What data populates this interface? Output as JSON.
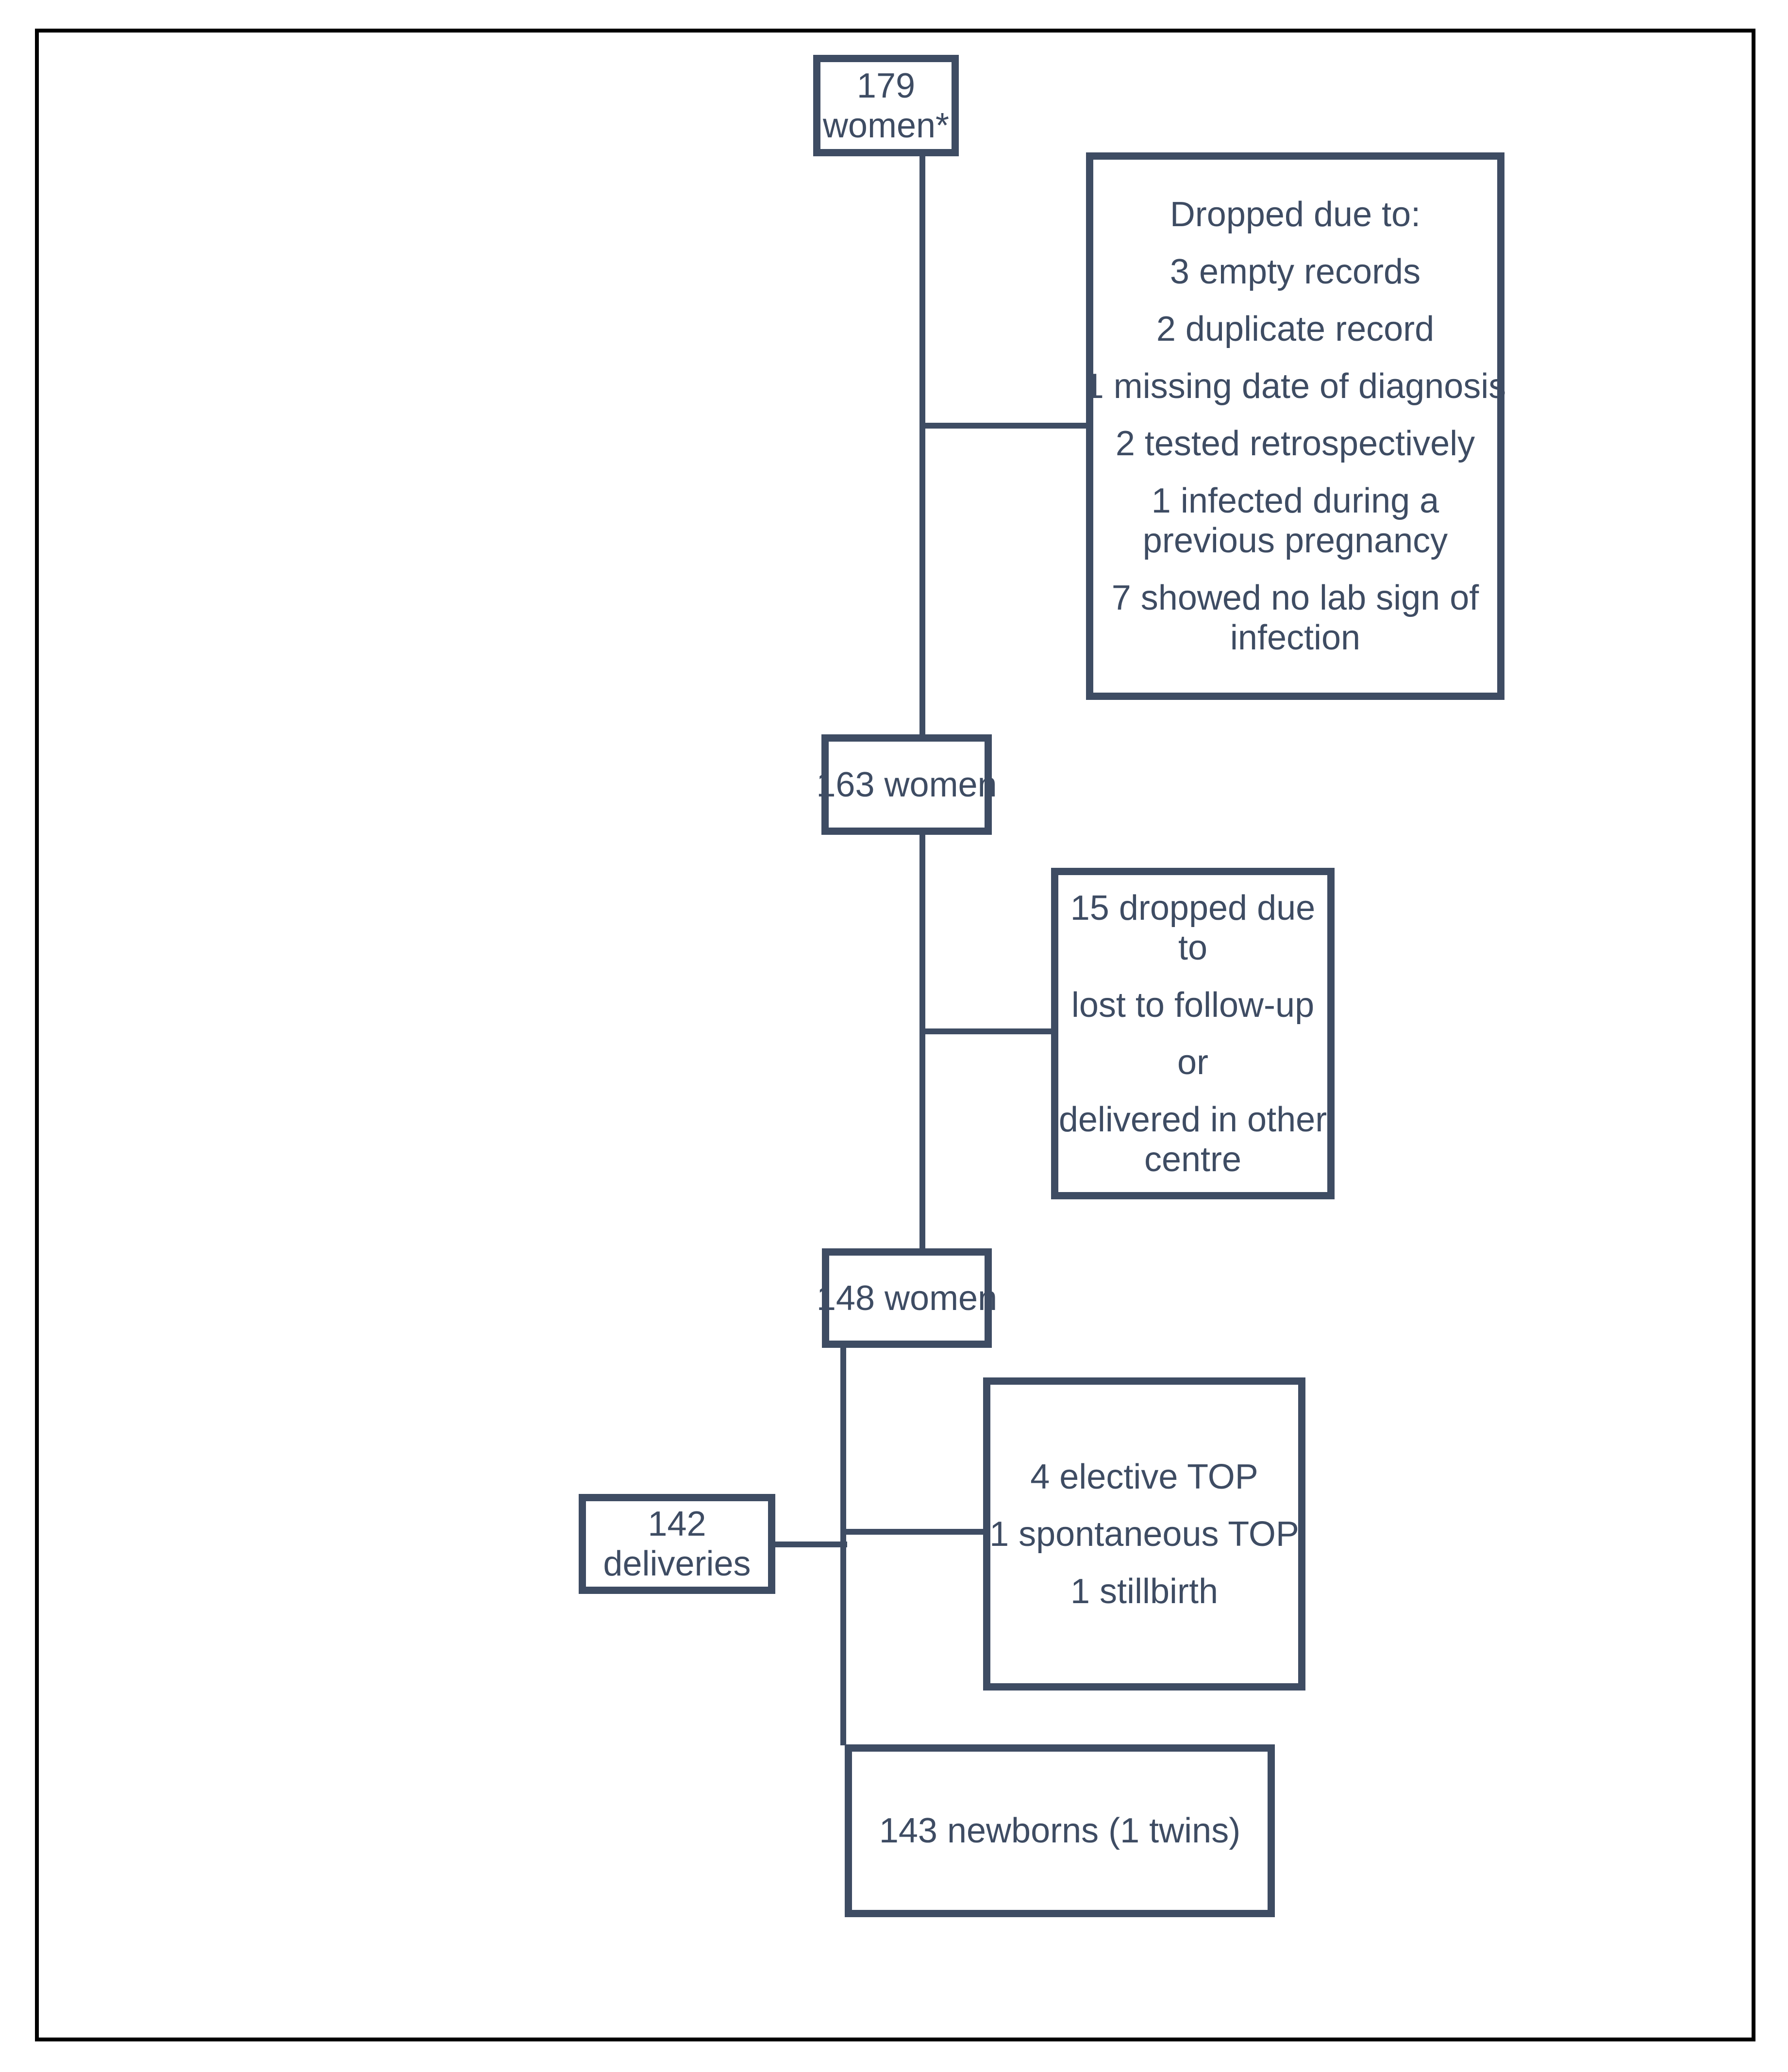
{
  "figure": {
    "background": "#ffffff",
    "frame_color": "#000000",
    "accent_color": "#3e4c63"
  },
  "boxes": {
    "women_179": {
      "lines": [
        "179",
        "women*"
      ]
    },
    "dropped_initial": {
      "lines": [
        "Dropped due to:",
        "3 empty records",
        "2 duplicate record",
        "1 missing date of diagnosis",
        "2 tested retrospectively",
        "1 infected during a",
        "previous pregnancy",
        "7 showed no lab sign of",
        "infection"
      ]
    },
    "women_163": {
      "label": "163 women"
    },
    "dropped_followup": {
      "lines": [
        "15 dropped due",
        "to",
        "lost to follow-up",
        "or",
        "delivered in other",
        "centre"
      ]
    },
    "women_148": {
      "label": "148 women"
    },
    "deliveries_142": {
      "lines": [
        "142",
        "deliveries"
      ]
    },
    "pregnancy_outcomes": {
      "lines": [
        "4 elective TOP",
        "1 spontaneous TOP",
        "1 stillbirth"
      ]
    },
    "newborns": {
      "label": "143 newborns (1 twins)"
    }
  }
}
